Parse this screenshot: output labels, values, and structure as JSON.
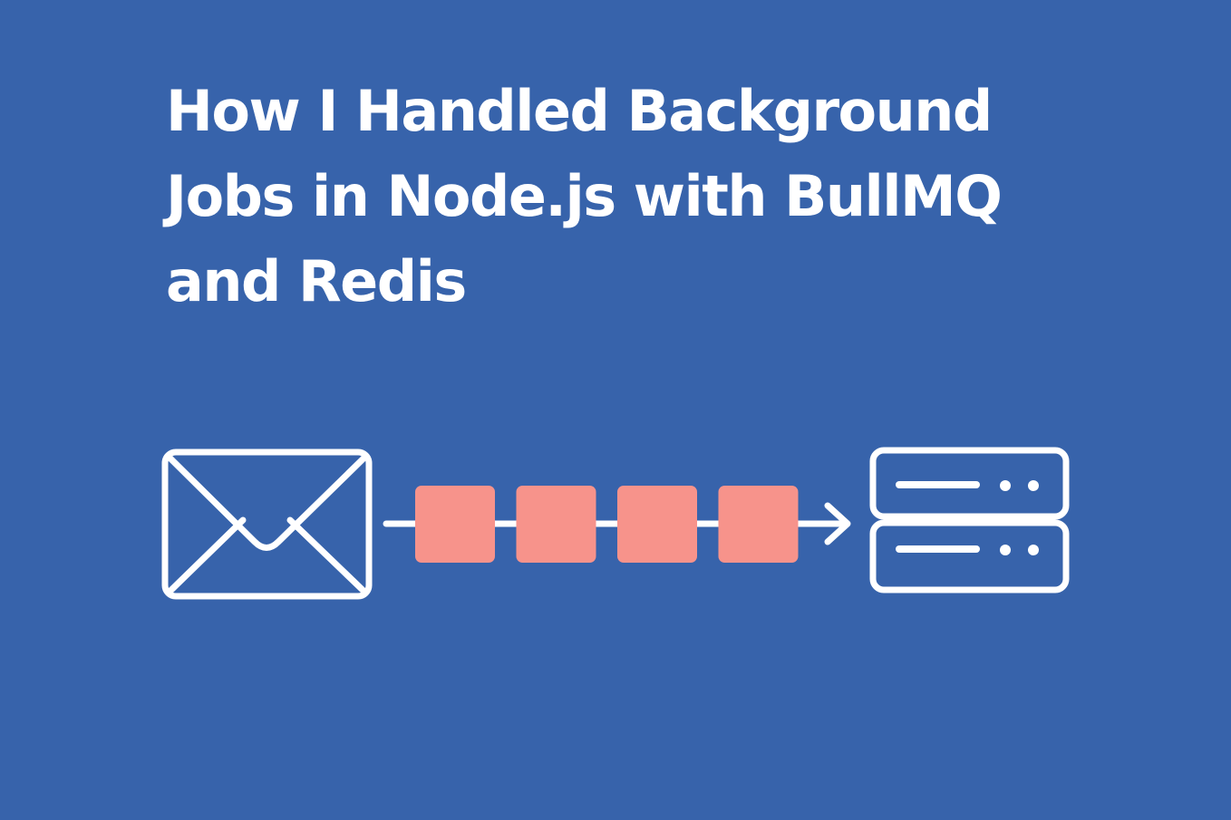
{
  "background_color": "#3763ab",
  "title": {
    "lines": [
      "How I Handled Background",
      "Jobs in Node.js with BullMQ",
      "and Redis"
    ]
  },
  "diagram": {
    "source_icon": "envelope-icon",
    "target_icon": "server-icon",
    "arrow_icon": "arrow-right-icon",
    "queue_job_count": 4,
    "line_color": "#ffffff",
    "job_color": "#f7938b"
  }
}
